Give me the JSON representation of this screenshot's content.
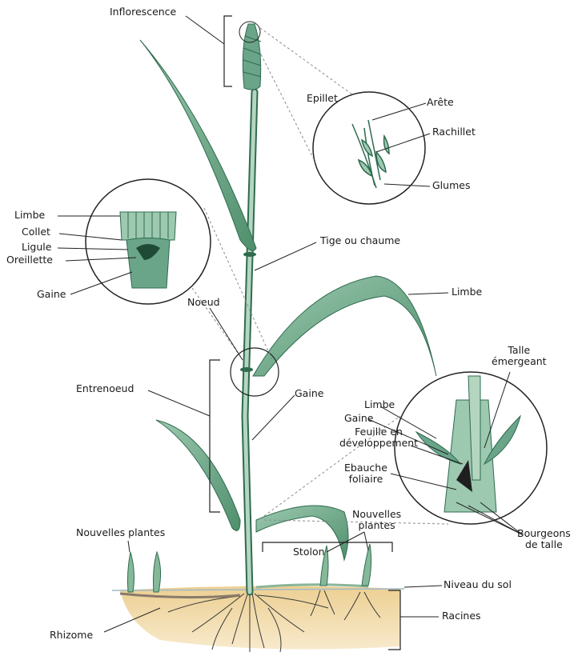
{
  "labels": {
    "inflorescence": "Inflorescence",
    "epillet": "Epillet",
    "arete": "Arête",
    "rachillet": "Rachillet",
    "glumes": "Glumes",
    "limbe_collar": "Limbe",
    "collet": "Collet",
    "ligule": "Ligule",
    "oreillette": "Oreillette",
    "gaine_collar": "Gaine",
    "tige": "Tige ou chaume",
    "limbe_main": "Limbe",
    "noeud": "Noeud",
    "talle_1": "Talle",
    "talle_2": "émergeant",
    "entrenoeud": "Entrenoeud",
    "gaine_main": "Gaine",
    "limbe_tiller": "Limbe",
    "gaine_tiller": "Gaine",
    "feuille_1": "Feuille en",
    "feuille_2": "développement",
    "ebauche_1": "Ebauche",
    "ebauche_2": "foliaire",
    "nouvelles_plantes_left": "Nouvelles plantes",
    "nouvelles_plantes_r1": "Nouvelles",
    "nouvelles_plantes_r2": "plantes",
    "stolon": "Stolon",
    "bourgeons_1": "Bourgeons",
    "bourgeons_2": "de talle",
    "niveau_sol": "Niveau du sol",
    "rhizome": "Rhizome",
    "racines": "Racines"
  },
  "colors": {
    "leaf_fill": "#7fb69a",
    "leaf_dark": "#2f6b4f",
    "stem": "#a9cdb6",
    "soil": "#e6c98a",
    "line": "#222222",
    "dotted": "#8a8a8a"
  }
}
